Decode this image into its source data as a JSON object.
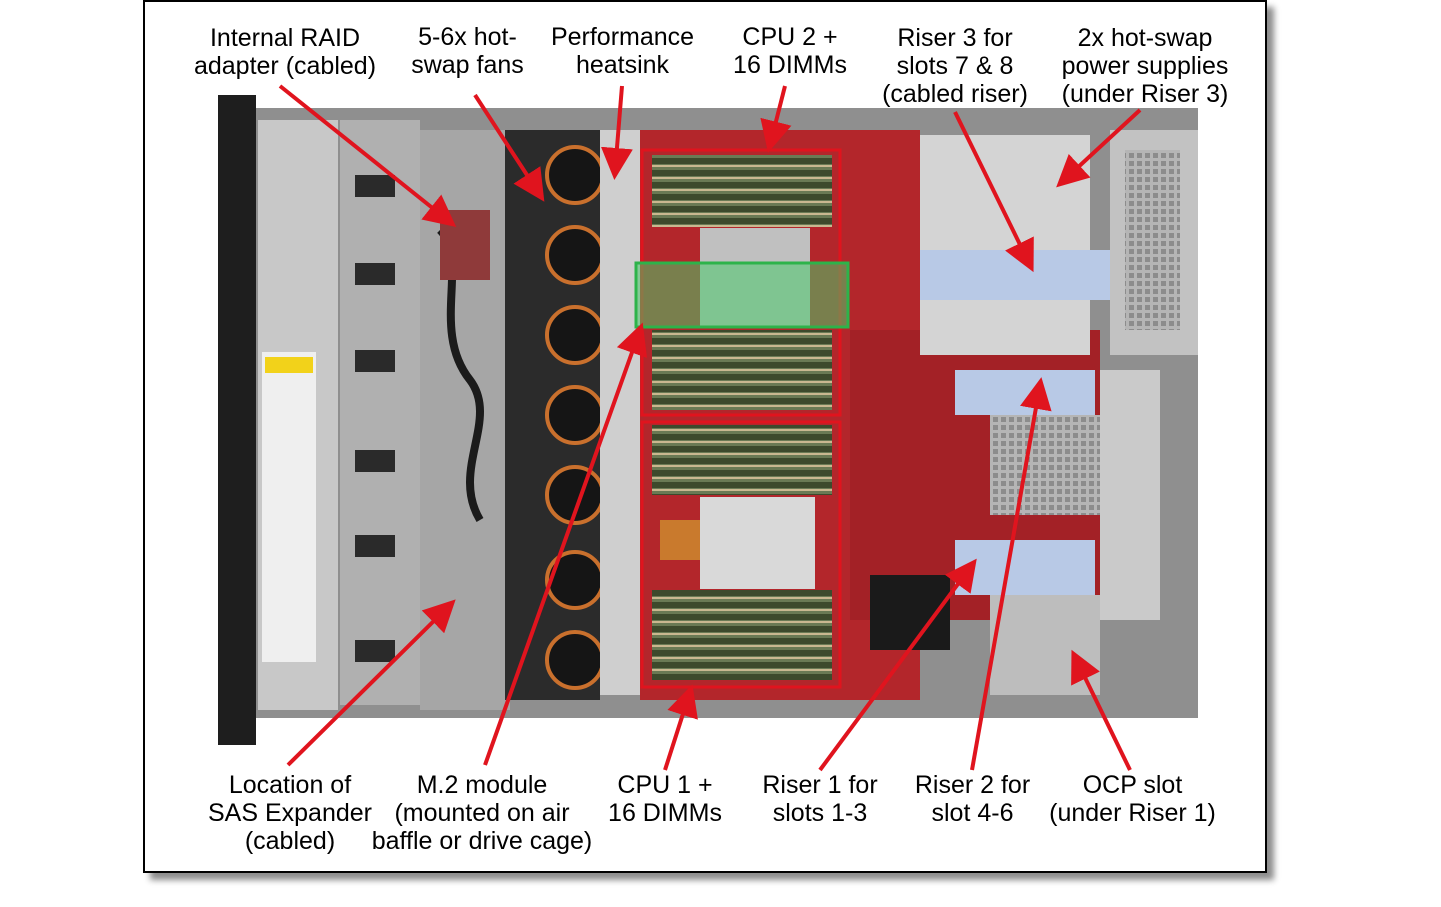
{
  "labels": {
    "raid": [
      "Internal RAID",
      "adapter (cabled)"
    ],
    "fans": [
      "5-6x hot-",
      "swap fans"
    ],
    "heatsink": [
      "Performance",
      "heatsink"
    ],
    "cpu2": [
      "CPU 2 +",
      "16 DIMMs"
    ],
    "riser3": [
      "Riser 3 for",
      "slots 7 & 8",
      "(cabled riser)"
    ],
    "psu": [
      "2x hot-swap",
      "power supplies",
      "(under Riser 3)"
    ],
    "sas": [
      "Location of",
      "SAS Expander",
      "(cabled)"
    ],
    "m2": [
      "M.2 module",
      "(mounted on air",
      "baffle or drive cage)"
    ],
    "cpu1": [
      "CPU 1 +",
      "16 DIMMs"
    ],
    "riser1": [
      "Riser 1 for",
      "slots 1-3"
    ],
    "riser2": [
      "Riser 2 for",
      "slot 4-6"
    ],
    "ocp": [
      "OCP slot",
      "(under Riser 1)"
    ]
  },
  "colors": {
    "callout_arrow": "#e0141e",
    "cpu_box": "#e0141e",
    "heatsink_box": "#2db34a",
    "board": "#b3262b",
    "chassis": "#9a9a9a"
  }
}
